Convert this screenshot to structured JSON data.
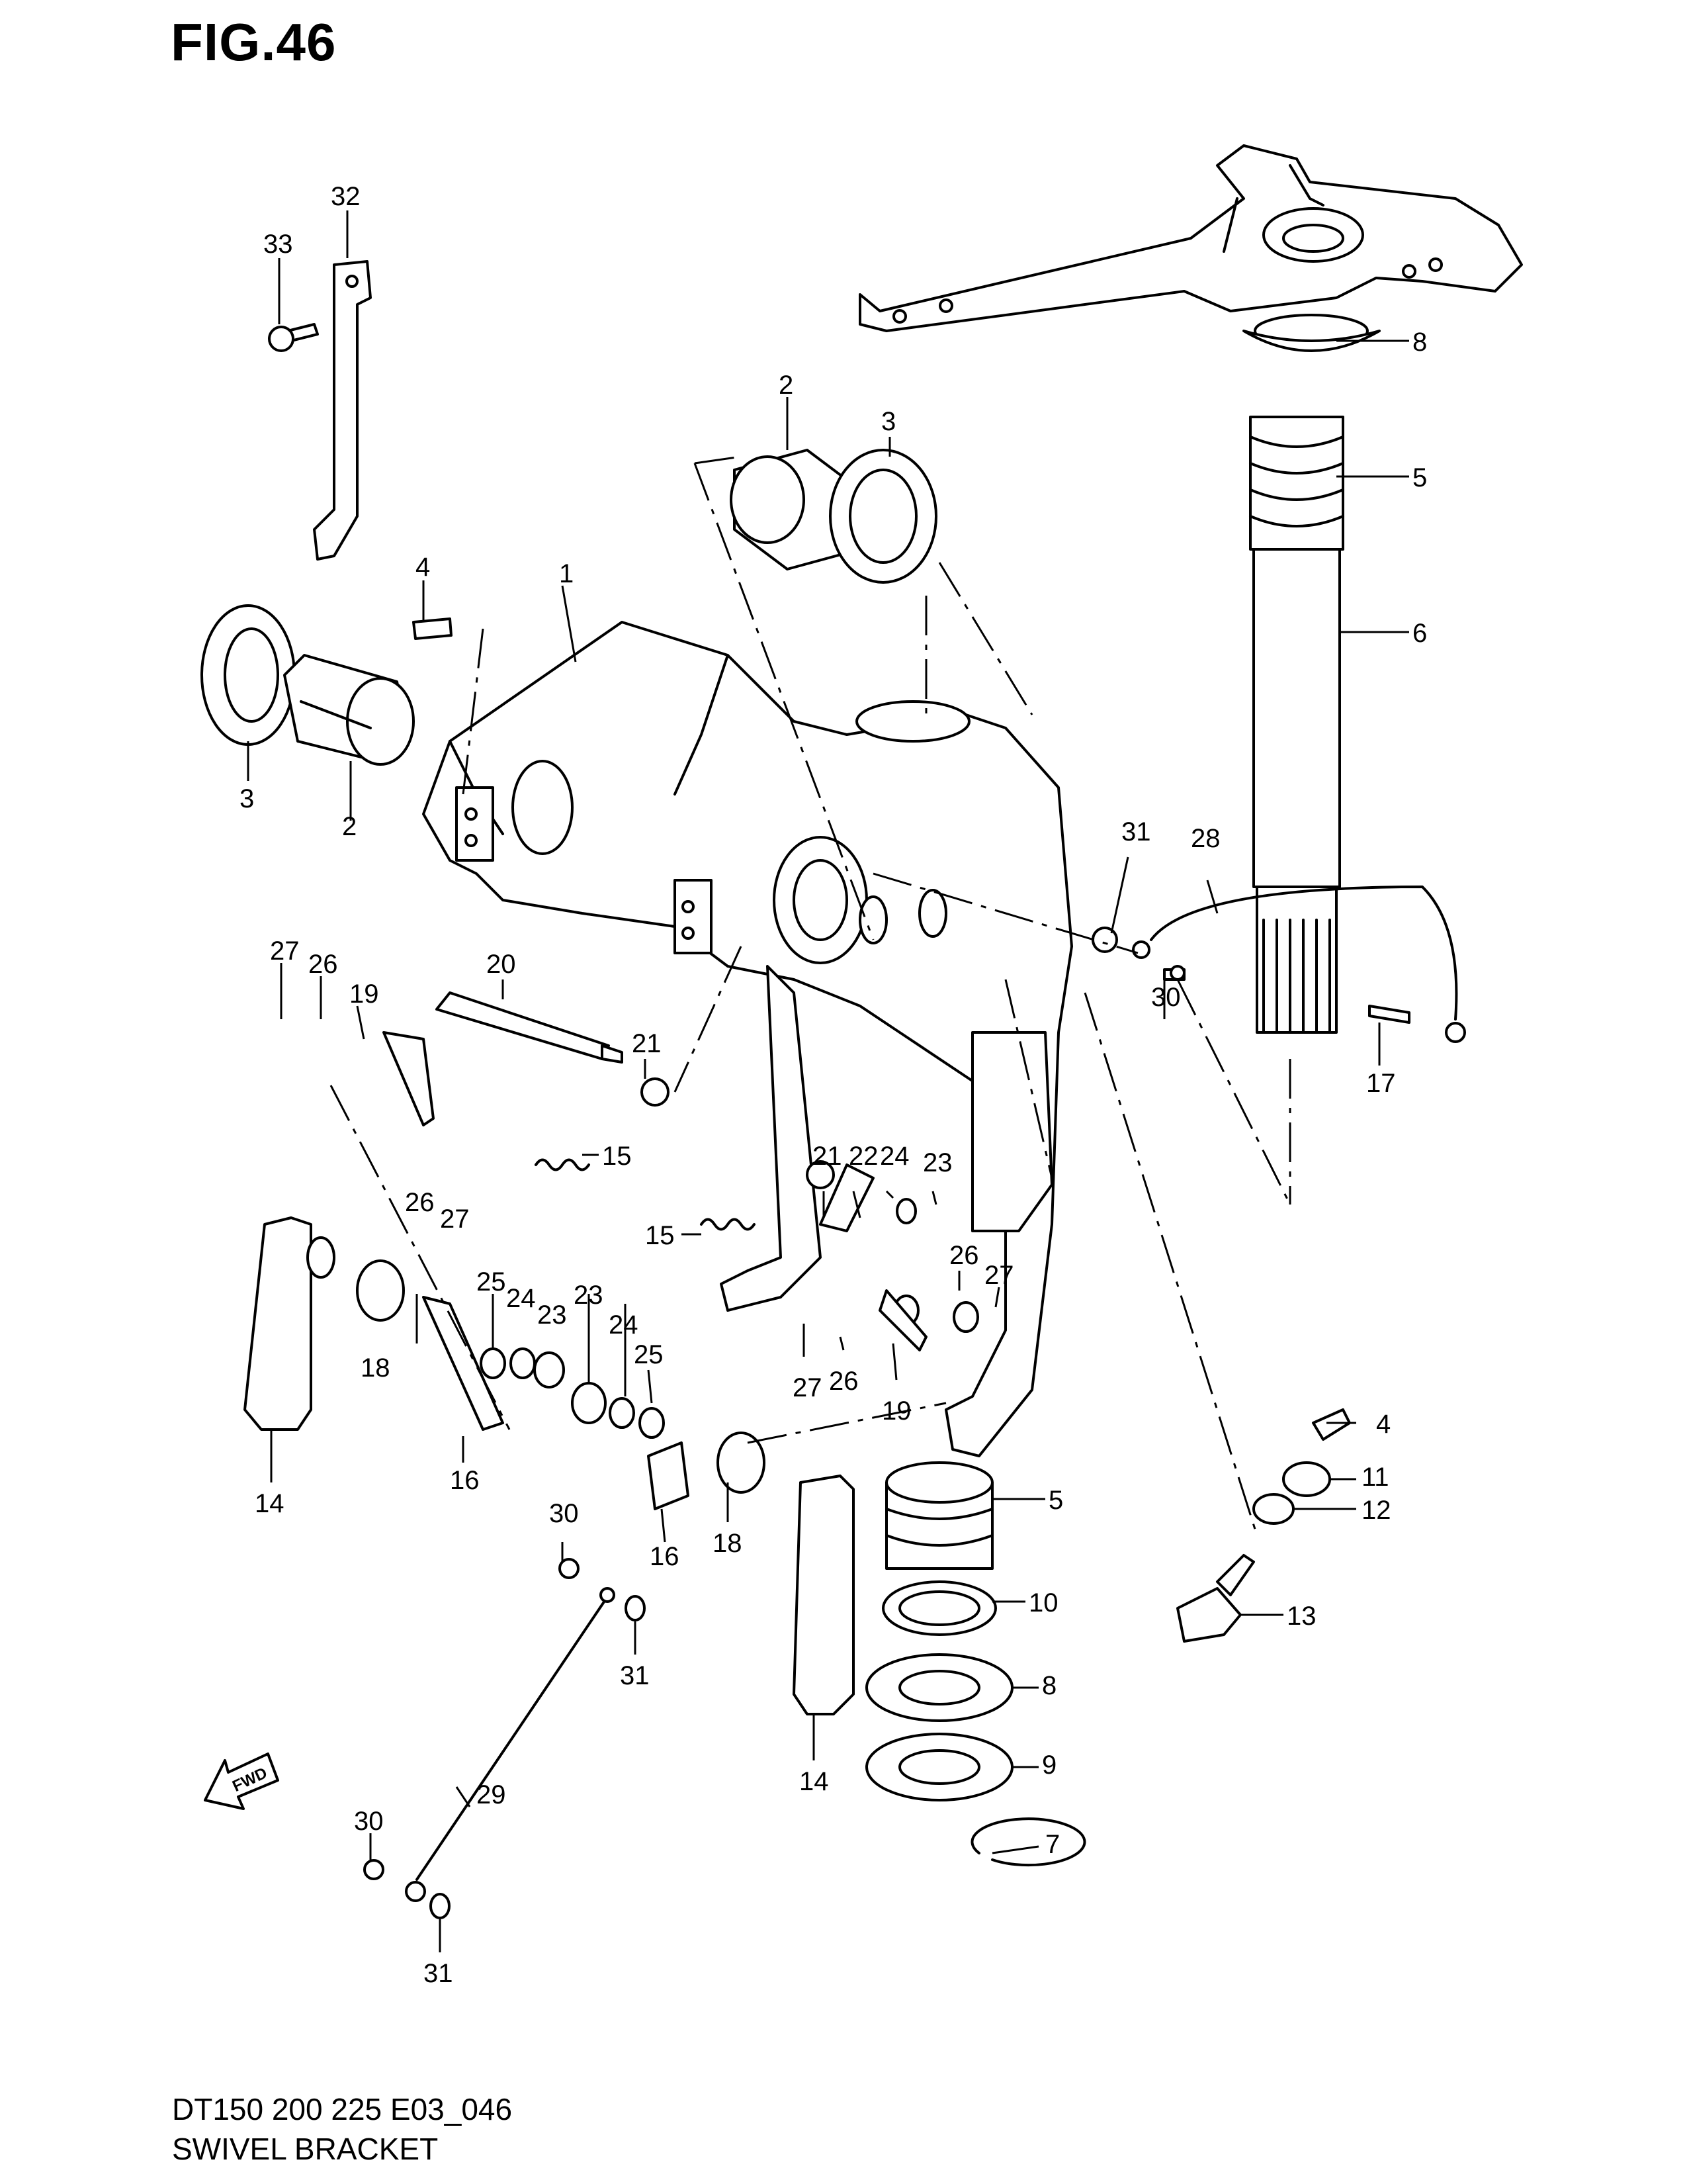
{
  "header": {
    "figure_label": "FIG.46"
  },
  "footer": {
    "model_code": "DT150 200 225 E03_046",
    "title": "SWIVEL BRACKET"
  },
  "direction_arrow": {
    "label": "FWD"
  },
  "callouts": [
    "1",
    "2",
    "2",
    "3",
    "3",
    "4",
    "4",
    "5",
    "5",
    "6",
    "7",
    "8",
    "8",
    "9",
    "10",
    "11",
    "12",
    "13",
    "14",
    "14",
    "15",
    "15",
    "16",
    "16",
    "17",
    "18",
    "18",
    "19",
    "19",
    "20",
    "21",
    "21",
    "22",
    "23",
    "23",
    "23",
    "24",
    "24",
    "24",
    "25",
    "25",
    "26",
    "26",
    "26",
    "26",
    "27",
    "27",
    "27",
    "27",
    "28",
    "29",
    "30",
    "30",
    "30",
    "31",
    "31",
    "31",
    "32",
    "33"
  ]
}
